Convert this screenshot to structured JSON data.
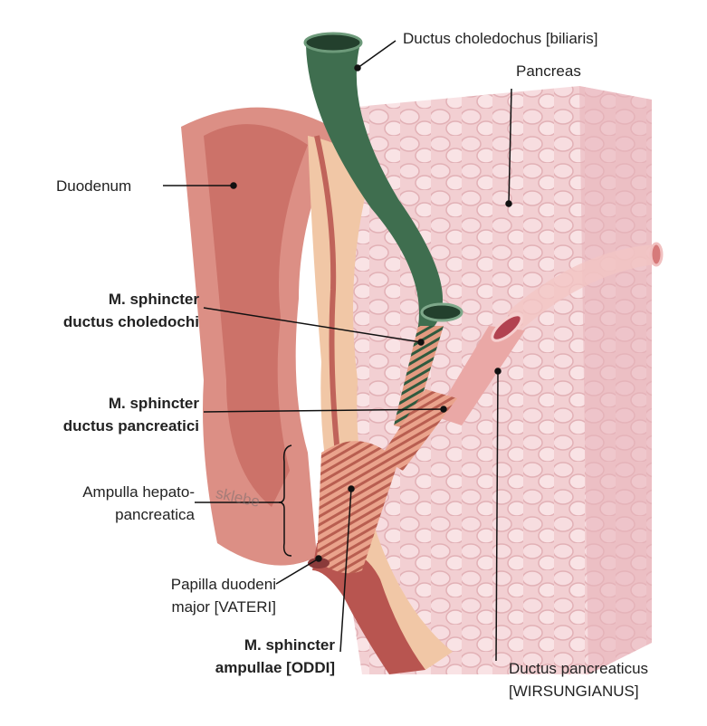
{
  "labels": {
    "ductus_choledochus": "Ductus choledochus [biliaris]",
    "pancreas": "Pancreas",
    "duodenum": "Duodenum",
    "sphincter_choledochi_1": "M. sphincter",
    "sphincter_choledochi_2": "ductus choledochi",
    "sphincter_pancreatici_1": "M. sphincter",
    "sphincter_pancreatici_2": "ductus pancreatici",
    "ampulla_1": "Ampulla hepato-",
    "ampulla_2": "pancreatica",
    "papilla_1": "Papilla duodeni",
    "papilla_2": "major [VATERI]",
    "sphincter_ampullae_1": "M. sphincter",
    "sphincter_ampullae_2": "ampullae [ODDI]",
    "ductus_pancreaticus_1": "Ductus pancreaticus",
    "ductus_pancreaticus_2": "[WIRSUNGIANUS]"
  },
  "watermark": "sklebe",
  "colors": {
    "pancreas": "#f0c8cc",
    "duodenum": "#d9837a",
    "bile_duct": "#3f6e4f",
    "muscle": "#d97a62"
  }
}
